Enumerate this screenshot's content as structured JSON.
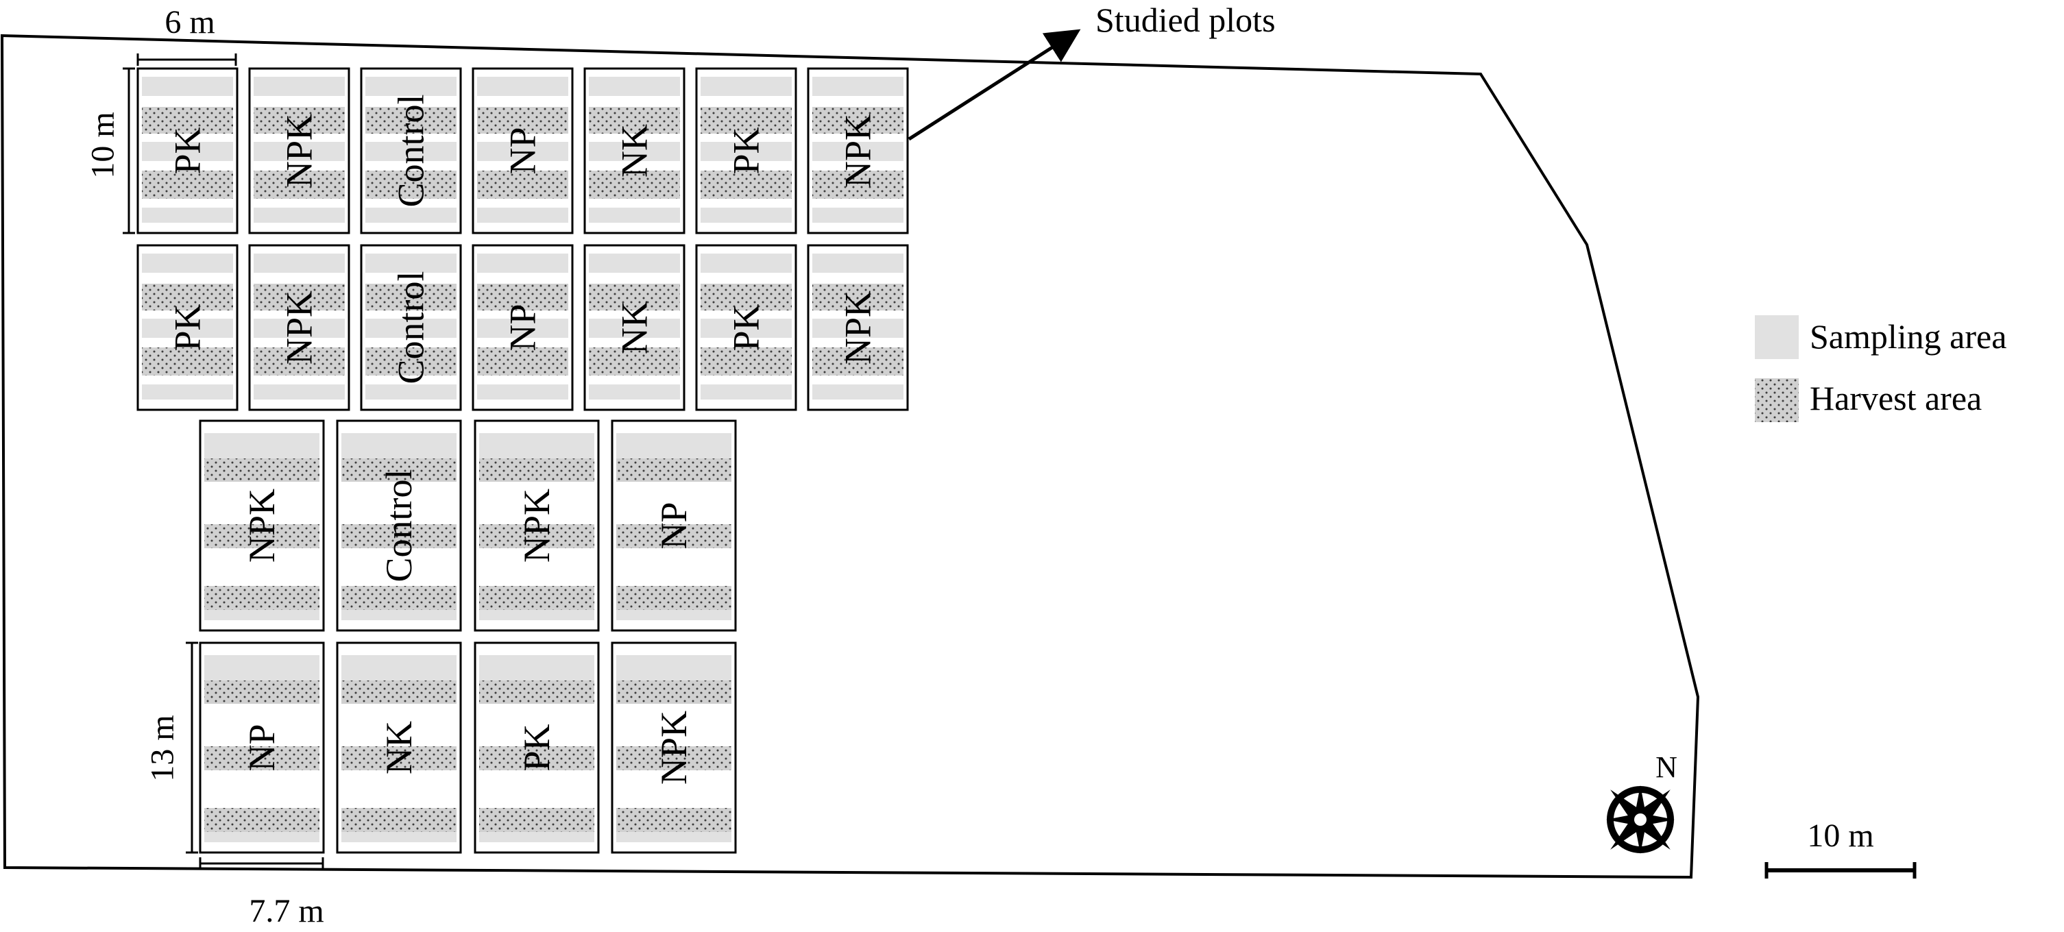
{
  "annotation": {
    "studied_plots": "Studied plots"
  },
  "dimensions": {
    "small_width": "6 m",
    "small_length": "10 m",
    "large_length": "13 m",
    "large_width": "7.7 m"
  },
  "legend": {
    "sampling": "Sampling area",
    "harvest": "Harvest area"
  },
  "scale_bar": {
    "label": "10 m"
  },
  "compass": {
    "label": "N"
  },
  "rows": [
    {
      "name": "row-1",
      "plots": [
        "PK",
        "NPK",
        "Control",
        "NP",
        "NK",
        "PK",
        "NPK"
      ]
    },
    {
      "name": "row-2",
      "plots": [
        "PK",
        "NPK",
        "Control",
        "NP",
        "NK",
        "PK",
        "NPK"
      ]
    },
    {
      "name": "row-3",
      "plots": [
        "NPK",
        "Control",
        "NPK",
        "NP"
      ]
    },
    {
      "name": "row-4",
      "plots": [
        "NP",
        "NK",
        "PK",
        "NPK"
      ]
    }
  ],
  "colors": {
    "sampling": "#e1e1e1",
    "harvest_bg": "#d0d0d0",
    "harvest_dot": "#3c3c3c",
    "line": "#000000"
  }
}
